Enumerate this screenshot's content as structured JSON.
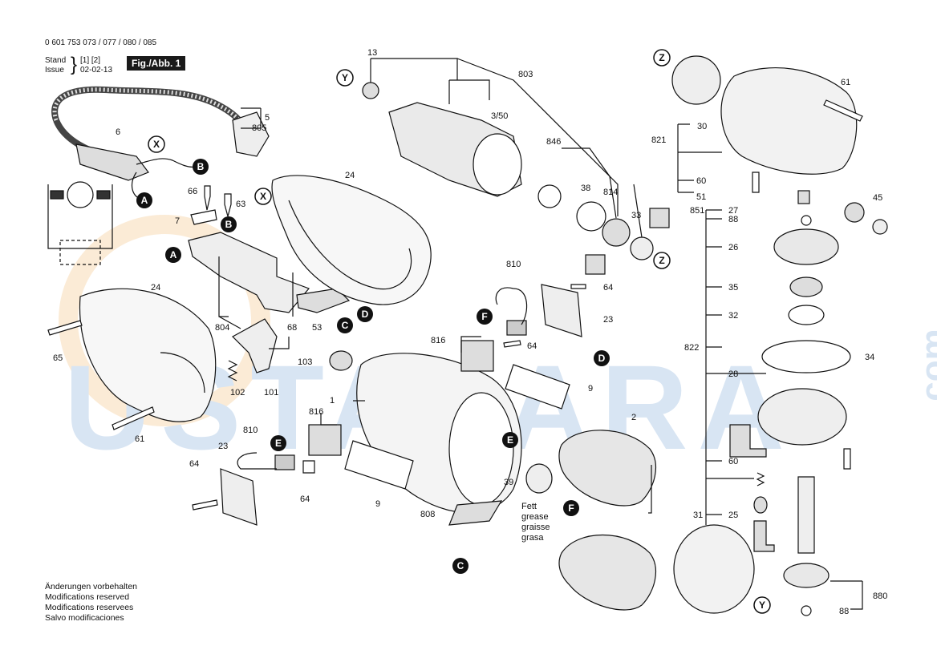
{
  "header": {
    "part_number": "0 601 753 073 / 077 / 080 / 085",
    "stand_label": "Stand",
    "stand_value": "[1] [2]",
    "issue_label": "Issue",
    "issue_value": "02-02-13",
    "figure_label": "Fig./Abb. 1"
  },
  "notes": [
    "Änderungen vorbehalten",
    "Modifications reserved",
    "Modifications reservees",
    "Salvo modificaciones"
  ],
  "grease_note": [
    "Fett",
    "grease",
    "graisse",
    "grasa"
  ],
  "watermark": {
    "main": "USTALARA",
    "side": ".com"
  },
  "parts": [
    {
      "id": "p13",
      "text": "13"
    },
    {
      "id": "p803",
      "text": "803"
    },
    {
      "id": "p3_50",
      "text": "3/50"
    },
    {
      "id": "p846",
      "text": "846"
    },
    {
      "id": "p38",
      "text": "38"
    },
    {
      "id": "p814",
      "text": "814"
    },
    {
      "id": "p33",
      "text": "33"
    },
    {
      "id": "p821",
      "text": "821"
    },
    {
      "id": "p30",
      "text": "30"
    },
    {
      "id": "p61a",
      "text": "61"
    },
    {
      "id": "p60a",
      "text": "60"
    },
    {
      "id": "p51",
      "text": "51"
    },
    {
      "id": "p45",
      "text": "45"
    },
    {
      "id": "p851",
      "text": "851"
    },
    {
      "id": "p27",
      "text": "27"
    },
    {
      "id": "p88a",
      "text": "88"
    },
    {
      "id": "p26",
      "text": "26"
    },
    {
      "id": "p35",
      "text": "35"
    },
    {
      "id": "p32",
      "text": "32"
    },
    {
      "id": "p822",
      "text": "822"
    },
    {
      "id": "p34",
      "text": "34"
    },
    {
      "id": "p28",
      "text": "28"
    },
    {
      "id": "p60b",
      "text": "60"
    },
    {
      "id": "p25",
      "text": "25"
    },
    {
      "id": "p31",
      "text": "31"
    },
    {
      "id": "p880",
      "text": "880"
    },
    {
      "id": "p88b",
      "text": "88"
    },
    {
      "id": "p5",
      "text": "5"
    },
    {
      "id": "p805",
      "text": "805"
    },
    {
      "id": "p6",
      "text": "6"
    },
    {
      "id": "p24a",
      "text": "24"
    },
    {
      "id": "p66",
      "text": "66"
    },
    {
      "id": "p63",
      "text": "63"
    },
    {
      "id": "p7",
      "text": "7"
    },
    {
      "id": "p24b",
      "text": "24"
    },
    {
      "id": "p65",
      "text": "65"
    },
    {
      "id": "p804",
      "text": "804"
    },
    {
      "id": "p68",
      "text": "68"
    },
    {
      "id": "p53",
      "text": "53"
    },
    {
      "id": "p102",
      "text": "102"
    },
    {
      "id": "p101",
      "text": "101"
    },
    {
      "id": "p61b",
      "text": "61"
    },
    {
      "id": "p810a",
      "text": "810"
    },
    {
      "id": "p64a",
      "text": "64"
    },
    {
      "id": "p23a",
      "text": "23"
    },
    {
      "id": "p816a",
      "text": "816"
    },
    {
      "id": "p64b",
      "text": "64"
    },
    {
      "id": "p103",
      "text": "103"
    },
    {
      "id": "p9a",
      "text": "9"
    },
    {
      "id": "p1",
      "text": "1"
    },
    {
      "id": "p2",
      "text": "2"
    },
    {
      "id": "p816b",
      "text": "816"
    },
    {
      "id": "p810b",
      "text": "810"
    },
    {
      "id": "p23b",
      "text": "23"
    },
    {
      "id": "p64c",
      "text": "64"
    },
    {
      "id": "p64d",
      "text": "64"
    },
    {
      "id": "p9b",
      "text": "9"
    },
    {
      "id": "p39",
      "text": "39"
    },
    {
      "id": "p808",
      "text": "808"
    }
  ],
  "markers": [
    {
      "id": "mY1",
      "text": "Y"
    },
    {
      "id": "mZ1",
      "text": "Z"
    },
    {
      "id": "mZ2",
      "text": "Z"
    },
    {
      "id": "mX1",
      "text": "X"
    },
    {
      "id": "mX2",
      "text": "X"
    },
    {
      "id": "mB1",
      "text": "B"
    },
    {
      "id": "mB2",
      "text": "B"
    },
    {
      "id": "mA1",
      "text": "A"
    },
    {
      "id": "mA2",
      "text": "A"
    },
    {
      "id": "mD1",
      "text": "D"
    },
    {
      "id": "mD2",
      "text": "D"
    },
    {
      "id": "mC1",
      "text": "C"
    },
    {
      "id": "mC2",
      "text": "C"
    },
    {
      "id": "mE1",
      "text": "E"
    },
    {
      "id": "mE2",
      "text": "E"
    },
    {
      "id": "mF1",
      "text": "F"
    },
    {
      "id": "mF2",
      "text": "F"
    },
    {
      "id": "mY2",
      "text": "Y"
    }
  ]
}
